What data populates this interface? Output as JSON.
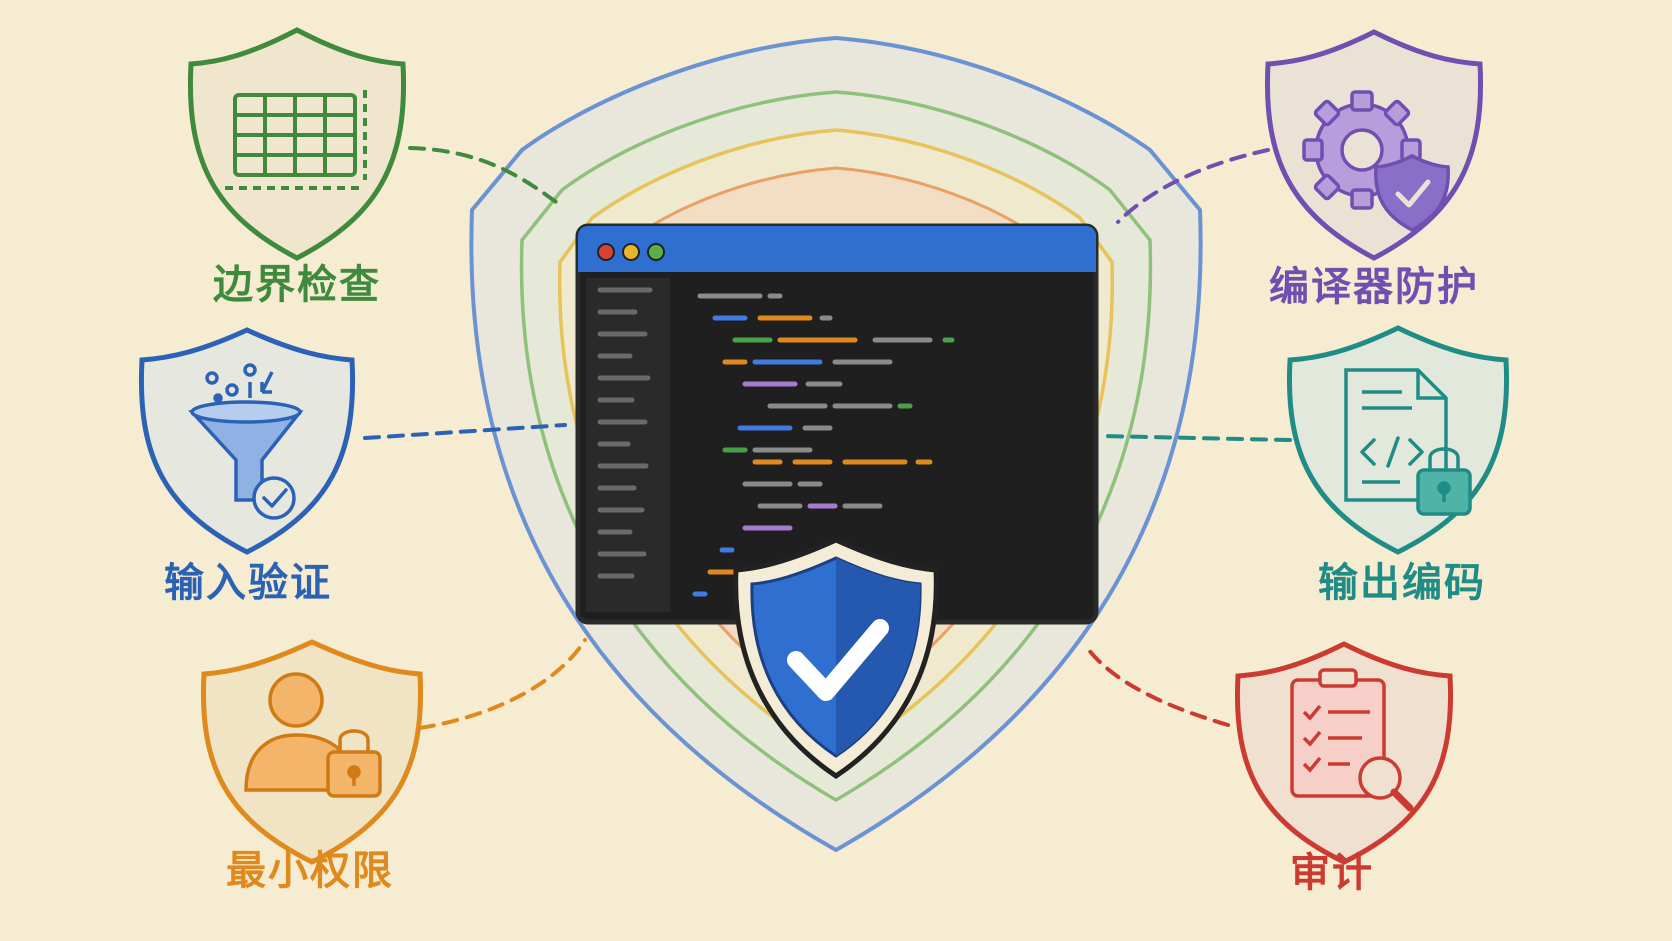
{
  "labels": {
    "bounds_check": "边界检查",
    "input_validation": "输入验证",
    "least_privilege": "最小权限",
    "compiler_protection": "编译器防护",
    "output_encoding": "输出编码",
    "audit": "审计"
  },
  "colors": {
    "background": "#f6ecd2",
    "green": "#3f8a3c",
    "blue": "#2c62b5",
    "orange": "#e08a1e",
    "purple": "#6f4fb0",
    "teal": "#1f8c86",
    "red": "#cc3b32",
    "editor_bg": "#1f1f1f",
    "titlebar": "#2f6fcf"
  },
  "icons": {
    "bounds_check": "grid-table-icon",
    "input_validation": "funnel-filter-icon",
    "least_privilege": "user-lock-icon",
    "compiler_protection": "gear-shield-icon",
    "output_encoding": "code-file-lock-icon",
    "audit": "clipboard-magnifier-icon",
    "center": "checkmark-shield-icon"
  }
}
